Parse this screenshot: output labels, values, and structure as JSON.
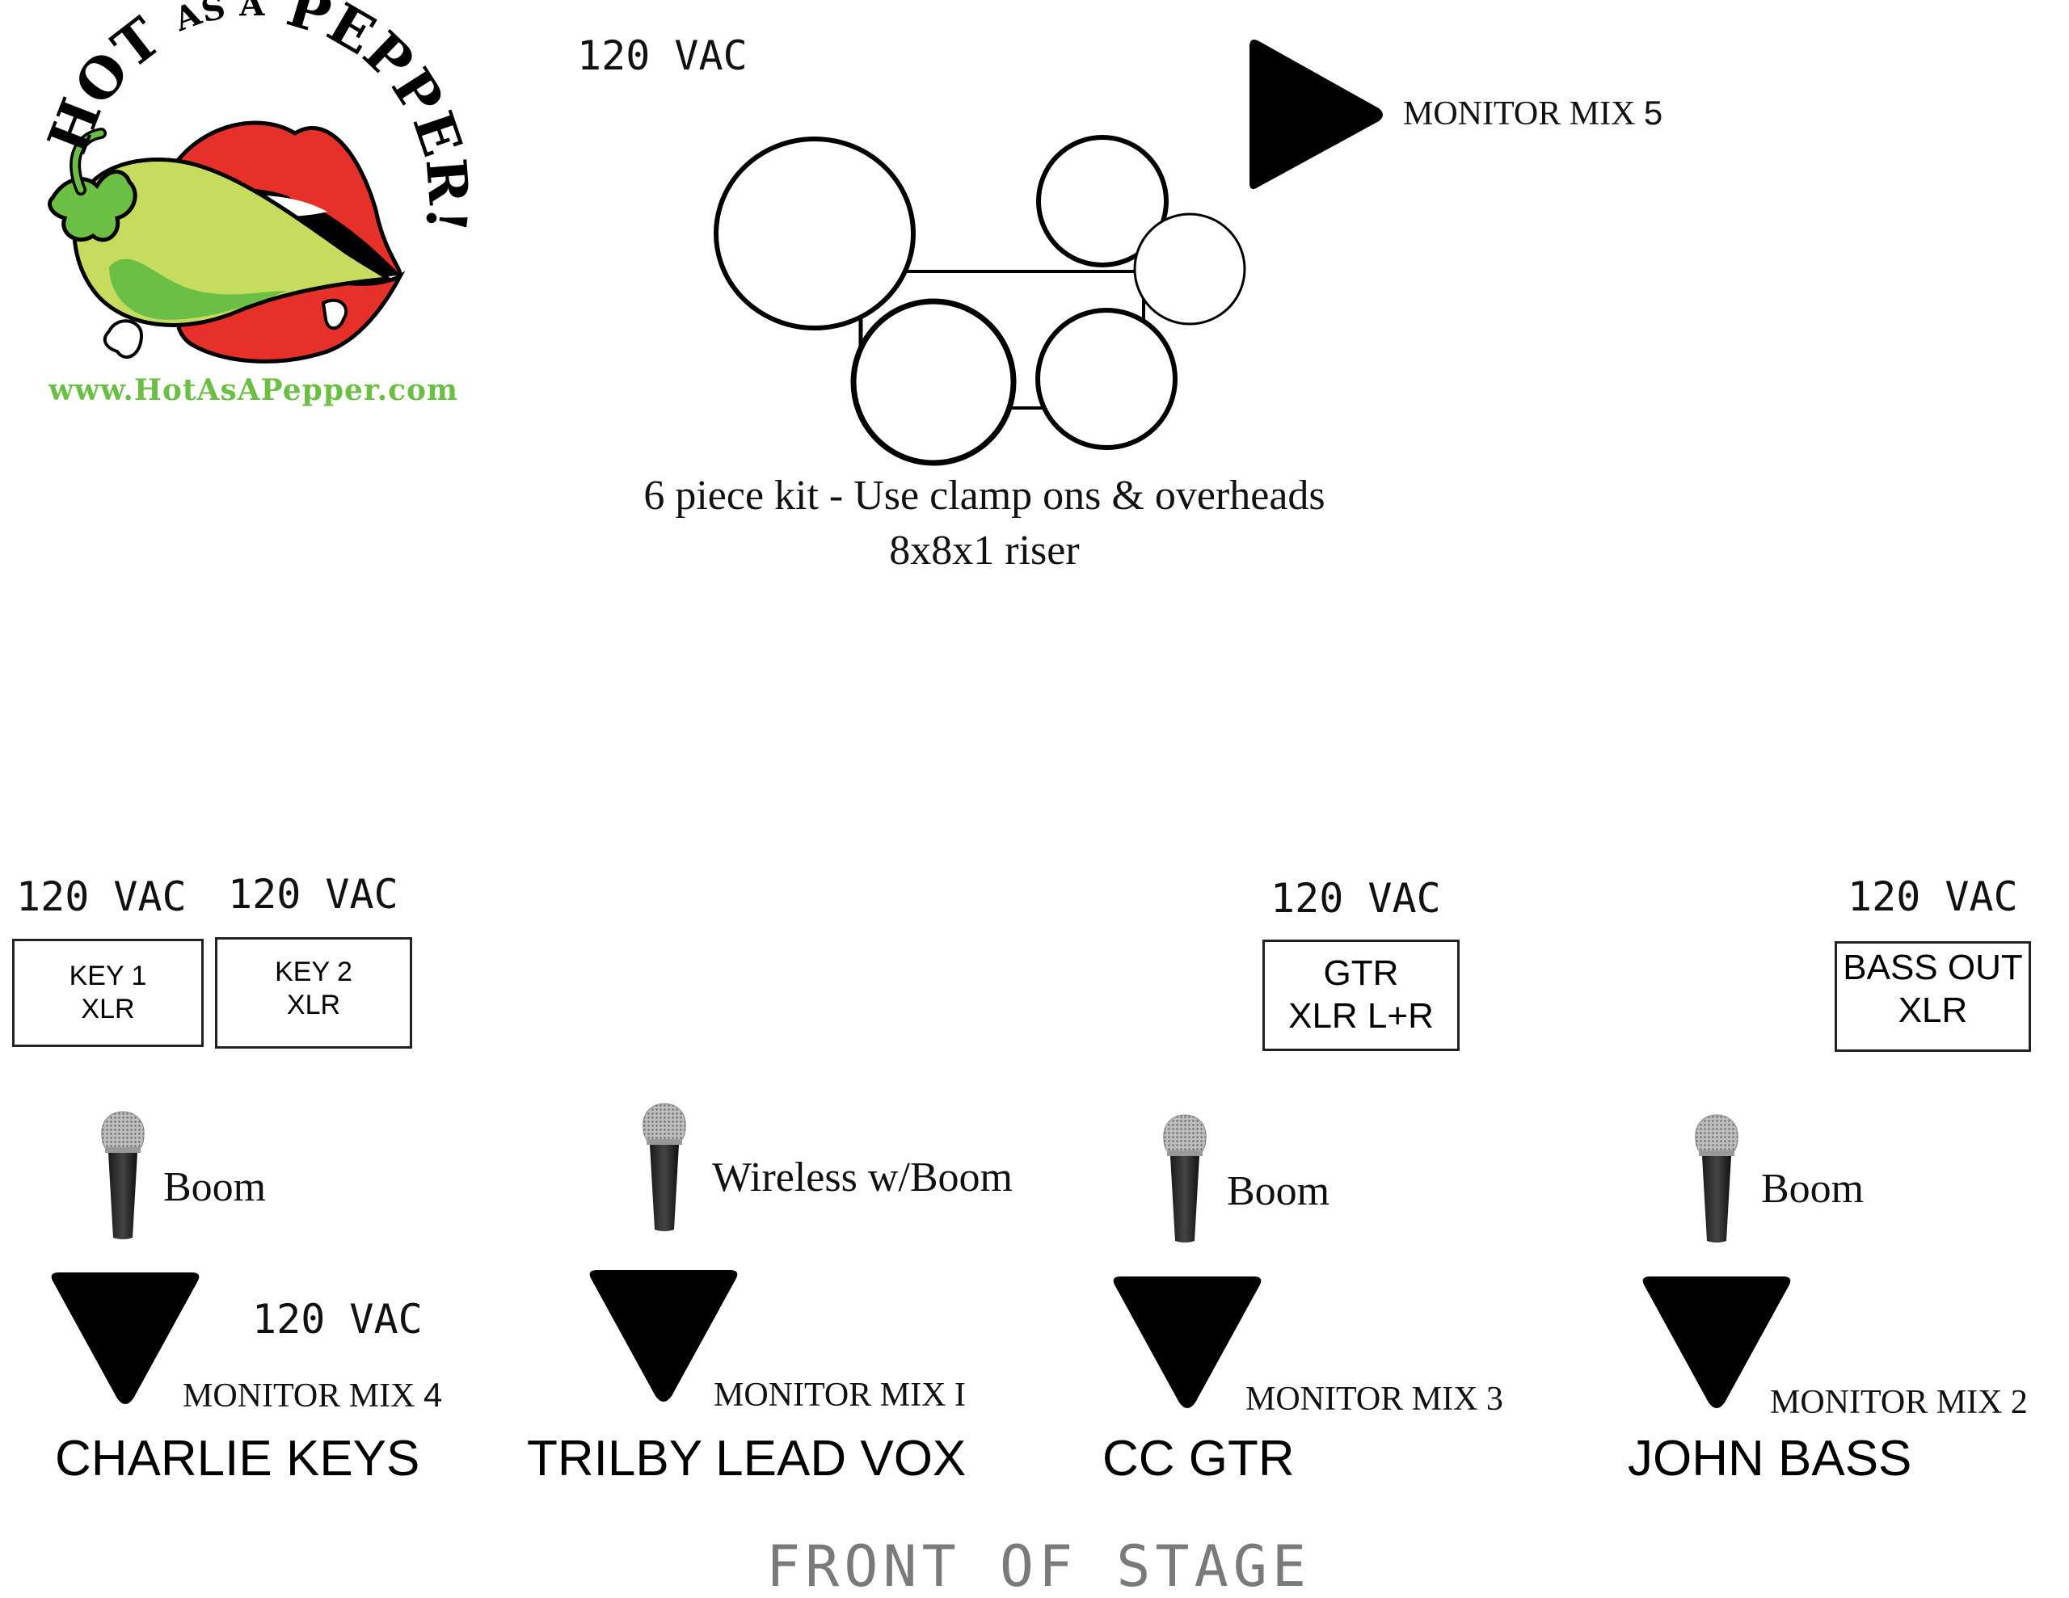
{
  "logo": {
    "word_hot": "HOT",
    "word_as_a": "AS A",
    "word_pepper": "PEPPER!",
    "url": "www.HotAsAPepper.com",
    "colors": {
      "green": "#6cbf45",
      "light_green": "#c6dc5e",
      "red": "#e8302a",
      "black": "#000000"
    }
  },
  "drum_riser": {
    "power_label": "120 VAC",
    "note_line1": "6 piece kit  - Use clamp ons & overheads",
    "note_line2": "8x8x1 riser",
    "monitor": {
      "label": "MONITOR MIX",
      "number": "5"
    }
  },
  "positions": [
    {
      "id": "keys",
      "power_labels": [
        "120 VAC",
        "120 VAC"
      ],
      "inputs": [
        {
          "line1": "KEY 1",
          "line2": "XLR"
        },
        {
          "line1": "KEY 2",
          "line2": "XLR"
        }
      ],
      "mic_label": "Boom",
      "extra_power_label": "120 VAC",
      "monitor": {
        "label": "MONITOR MIX",
        "number": "4"
      },
      "name": "CHARLIE KEYS"
    },
    {
      "id": "lead-vox",
      "mic_label": "Wireless w/Boom",
      "monitor": {
        "label": "MONITOR MIX",
        "number": "I"
      },
      "name": "TRILBY LEAD VOX"
    },
    {
      "id": "guitar",
      "power_labels": [
        "120 VAC"
      ],
      "inputs": [
        {
          "line1": "GTR",
          "line2": "XLR L+R"
        }
      ],
      "mic_label": "Boom",
      "monitor": {
        "label": "MONITOR MIX",
        "number": "3"
      },
      "name": "CC GTR"
    },
    {
      "id": "bass",
      "power_labels": [
        "120 VAC"
      ],
      "inputs": [
        {
          "line1": "BASS OUT",
          "line2": "XLR"
        }
      ],
      "mic_label": "Boom",
      "monitor": {
        "label": "MONITOR MIX",
        "number": "2"
      },
      "name": "JOHN BASS"
    }
  ],
  "footer": {
    "label": "FRONT OF STAGE"
  }
}
